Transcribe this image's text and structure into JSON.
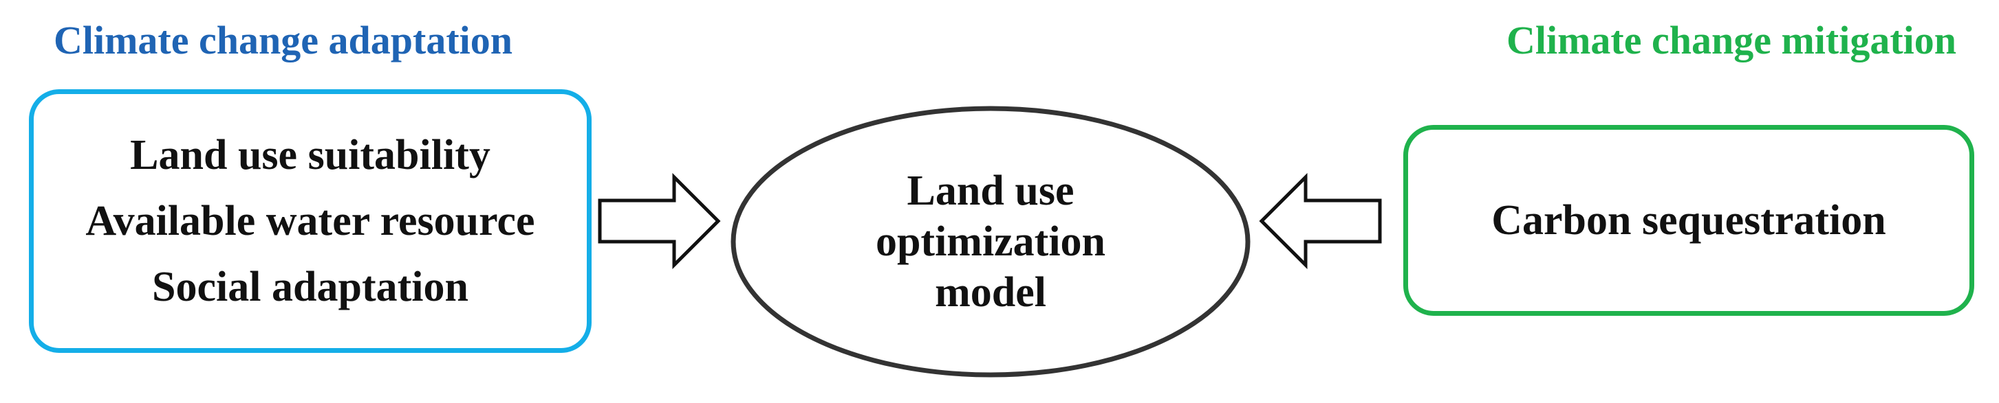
{
  "colors": {
    "adaptation_heading": "#1f64b4",
    "adaptation_box_border": "#14aee8",
    "mitigation_heading": "#1fb24c",
    "mitigation_box_border": "#1fb24c",
    "ellipse_border": "#333333",
    "arrow_stroke": "#111111"
  },
  "adaptation": {
    "heading": "Climate change adaptation",
    "items": [
      "Land use suitability",
      "Available water resource",
      "Social adaptation"
    ]
  },
  "center": {
    "lines": [
      "Land use",
      "optimization",
      "model"
    ]
  },
  "mitigation": {
    "heading": "Climate change mitigation",
    "items": [
      "Carbon sequestration"
    ]
  },
  "arrows": [
    {
      "from": "adaptation",
      "to": "center",
      "direction": "right"
    },
    {
      "from": "mitigation",
      "to": "center",
      "direction": "left"
    }
  ]
}
